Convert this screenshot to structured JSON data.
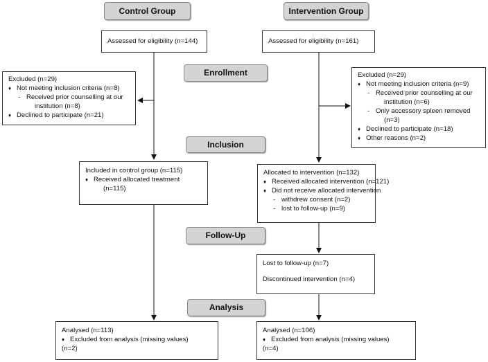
{
  "groups": {
    "control": "Control Group",
    "intervention": "Intervention Group"
  },
  "stages": {
    "enrollment": "Enrollment",
    "inclusion": "Inclusion",
    "follow_up": "Follow-Up",
    "analysis": "Analysis"
  },
  "control": {
    "assessed": "Assessed for eligibility (n=144)",
    "excluded": {
      "title": "Excluded (n=29)",
      "not_meeting": "Not meeting inclusion criteria (n=8)",
      "prior_counselling_1": "Received prior counselling at our",
      "prior_counselling_2": "institution (n=8)",
      "declined": "Declined to participate (n=21)"
    },
    "included": {
      "title": "Included in control group (n=115)",
      "received_1": "Received allocated treatment",
      "received_2": "(n=115)"
    },
    "analysed": {
      "title": "Analysed (n=113)",
      "excluded_1": "Excluded from analysis (missing values)",
      "excluded_2": "(n=2)"
    }
  },
  "intervention": {
    "assessed": "Assessed for eligibility (n=161)",
    "excluded": {
      "title": "Excluded (n=29)",
      "not_meeting": "Not meeting inclusion criteria (n=9)",
      "prior_counselling_1": "Received prior counselling at our",
      "prior_counselling_2": "institution (n=6)",
      "spleen_1": "Only accessory spleen removed",
      "spleen_2": "(n=3)",
      "declined": "Declined to participate (n=18)",
      "other": "Other reasons (n=2)"
    },
    "allocated": {
      "title": "Allocated to intervention (n=132)",
      "received": "Received allocated intervention (n=121)",
      "not_received": "Did not receive allocated intervention",
      "withdrew": "withdrew consent (n=2)",
      "lost": "lost to follow-up (n=9)"
    },
    "follow_up": {
      "lost": "Lost to follow-up (n=7)",
      "discontinued": "Discontinued intervention (n=4)"
    },
    "analysed": {
      "title": "Analysed (n=106)",
      "excluded_1": "Excluded from analysis (missing values)",
      "excluded_2": "(n=4)"
    }
  },
  "dash": "-"
}
